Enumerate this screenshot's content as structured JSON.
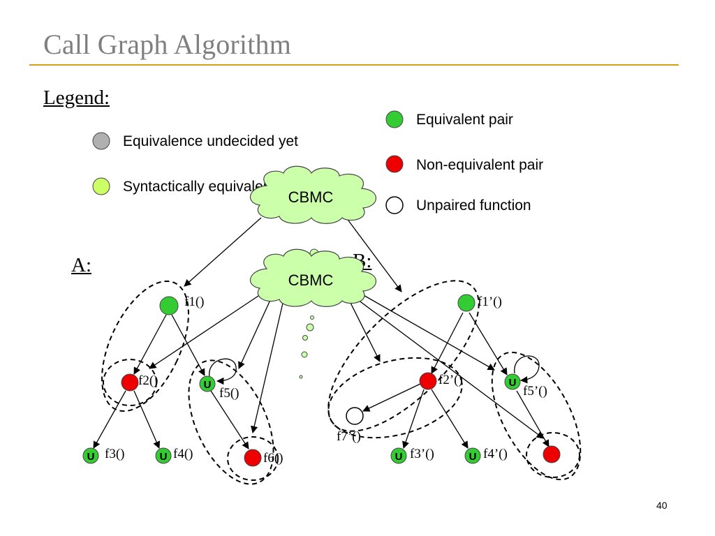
{
  "slide": {
    "title": "Call Graph Algorithm",
    "page_number": "40"
  },
  "legend": {
    "heading": "Legend:",
    "undecided": "Equivalence undecided yet",
    "syntactic": "Syntactically equivalent pair",
    "equivalent": "Equivalent pair",
    "non_equivalent": "Non-equivalent pair",
    "unpaired": "Unpaired function"
  },
  "colors": {
    "accent_rule": "#d4a017",
    "equivalent": "#33cc33",
    "non_equivalent": "#ee0000",
    "undecided": "#b0b0b0",
    "syntactic": "#ccff66",
    "cloud": "#ccffaa"
  },
  "graphs": {
    "a_label": "A:",
    "b_label": "B:"
  },
  "clouds": {
    "upper": "CBMC",
    "lower": "CBMC"
  },
  "nodes": {
    "f1": "f1()",
    "f2": "f2()",
    "f3": "f3()",
    "f4": "f4()",
    "f5": "f5()",
    "f6": "f6()",
    "f1p": "f1’()",
    "f2p": "f2’()",
    "f3p": "f3’()",
    "f4p": "f4’()",
    "f5p": "f5’()",
    "f7p": "f7’()",
    "unpaired_marker": "U"
  }
}
